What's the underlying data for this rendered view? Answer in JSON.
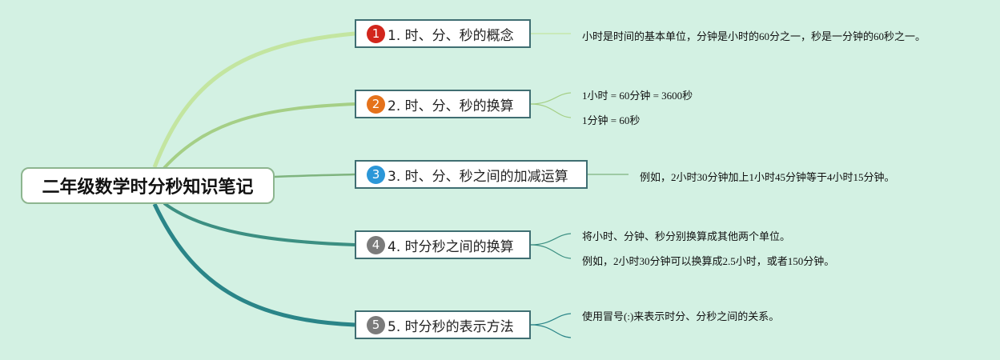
{
  "root": {
    "label": "二年级数学时分秒知识笔记"
  },
  "branches": [
    {
      "number": "1",
      "label": "1. 时、分、秒的概念",
      "badge_color": "#d2261c",
      "line_color": "#c3e5a0",
      "leaves": [
        "小时是时间的基本单位，分钟是小时的60分之一，秒是一分钟的60秒之一。"
      ]
    },
    {
      "number": "2",
      "label": "2. 时、分、秒的换算",
      "badge_color": "#e5721b",
      "line_color": "#a5cf86",
      "leaves": [
        "1小时 = 60分钟 = 3600秒",
        "1分钟 = 60秒"
      ]
    },
    {
      "number": "3",
      "label": "3. 时、分、秒之间的加减运算",
      "badge_color": "#2b97d8",
      "line_color": "#7fb47f",
      "leaves": [
        "例如，2小时30分钟加上1小时45分钟等于4小时15分钟。"
      ]
    },
    {
      "number": "4",
      "label": "4. 时分秒之间的换算",
      "badge_color": "#7b7b7b",
      "line_color": "#3c8f82",
      "leaves": [
        "将小时、分钟、秒分别换算成其他两个单位。",
        "例如，2小时30分钟可以换算成2.5小时，或者150分钟。"
      ]
    },
    {
      "number": "5",
      "label": "5. 时分秒的表示方法",
      "badge_color": "#7b7b7b",
      "line_color": "#2a8588",
      "leaves": [
        "使用冒号(:)来表示时分、分秒之间的关系。",
        ""
      ]
    }
  ]
}
